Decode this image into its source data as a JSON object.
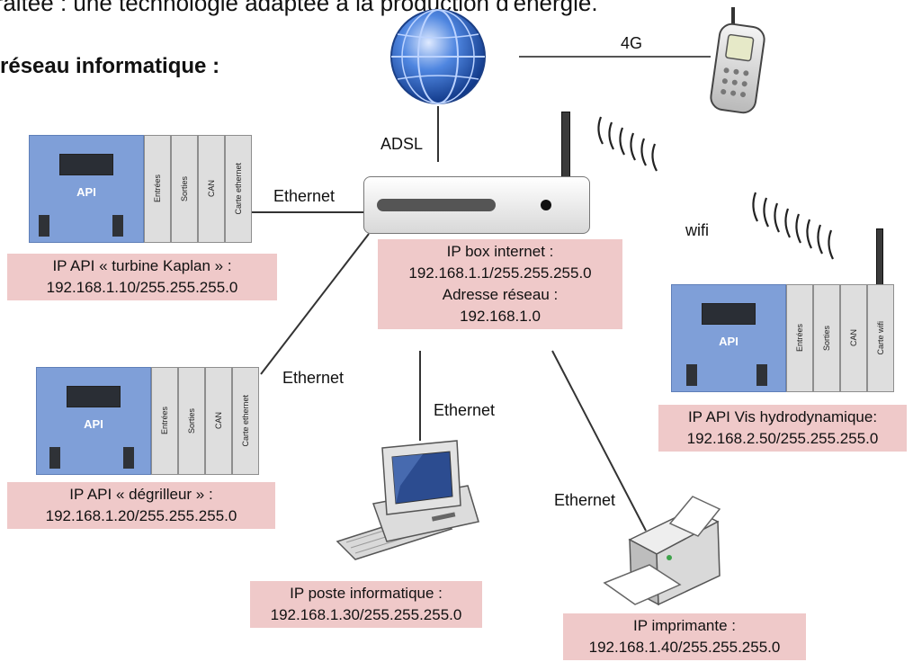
{
  "header": {
    "top_text": "le traitée : une technologie adaptée à la production d'énergie.",
    "section_title": "réseau informatique :"
  },
  "links": {
    "adsl": "ADSL",
    "g4": "4G",
    "wifi": "wifi",
    "eth_kaplan": "Ethernet",
    "eth_degrilleur": "Ethernet",
    "eth_pc": "Ethernet",
    "eth_printer": "Ethernet"
  },
  "plc_modules": {
    "cpu": "API",
    "inputs": "Entrées",
    "outputs": "Sorties",
    "can": "CAN",
    "eth_card": "Carte ethernet",
    "wifi_card": "Carte wifi"
  },
  "devices": {
    "box": {
      "line1": "IP box internet :",
      "line2": "192.168.1.1/255.255.255.0",
      "line3": "Adresse réseau :",
      "line4": "192.168.1.0"
    },
    "kaplan": {
      "line1": "IP API « turbine Kaplan » :",
      "line2": "192.168.1.10/255.255.255.0"
    },
    "degrilleur": {
      "line1": "IP API « dégrilleur » :",
      "line2": "192.168.1.20/255.255.255.0"
    },
    "vis": {
      "line1": "IP API Vis hydrodynamique:",
      "line2": "192.168.2.50/255.255.255.0"
    },
    "pc": {
      "line1": "IP poste informatique :",
      "line2": "192.168.1.30/255.255.255.0"
    },
    "printer": {
      "line1": "IP imprimante :",
      "line2": "192.168.1.40/255.255.255.0"
    }
  },
  "colors": {
    "plc_blue": "#7f9fd8",
    "label_bg": "#efc9c9",
    "globe": "#2f66c8"
  }
}
